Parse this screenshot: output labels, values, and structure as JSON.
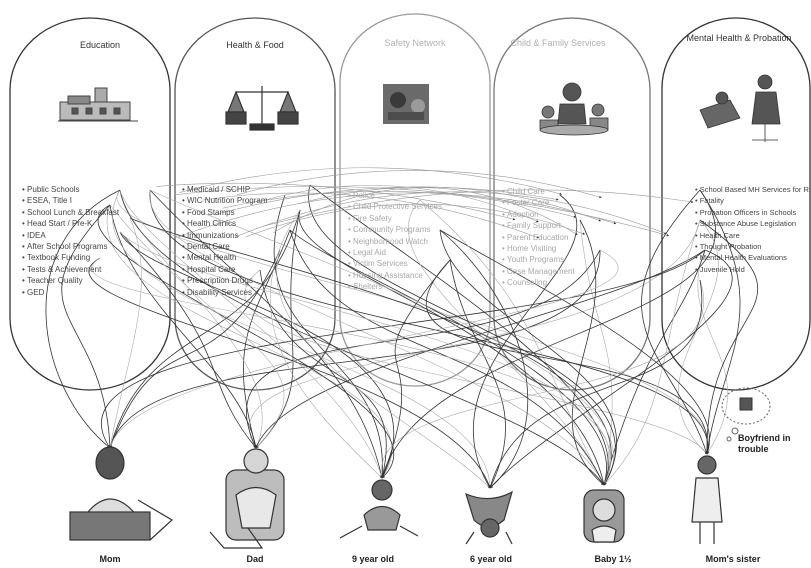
{
  "columns": [
    {
      "title": "Education",
      "items": [
        "Public Schools",
        "ESEA, Title I",
        "School Lunch & Breakfast",
        "Head Start / Pre-K",
        "IDEA",
        "After School Programs",
        "Textbook Funding",
        "Tests & Achievement",
        "Teacher Quality",
        "GED"
      ]
    },
    {
      "title": "Health & Food",
      "items": [
        "Medicaid / SCHIP",
        "WIC Nutrition Program",
        "Food Stamps",
        "Health Clinics",
        "Immunizations",
        "Dental Care",
        "Mental Health",
        "Hospital Care",
        "Prescription Drugs",
        "Disability Services"
      ]
    },
    {
      "title": "Safety Network",
      "items": [
        "Police",
        "Child Protective Services",
        "Fire Safety",
        "Community Programs",
        "Neighborhood Watch",
        "Legal Aid",
        "Victim Services",
        "Housing Assistance",
        "Shelters"
      ]
    },
    {
      "title": "Child & Family Services",
      "items": [
        "Child Care",
        "Foster Care",
        "Adoption",
        "Family Support",
        "Parent Education",
        "Home Visiting",
        "Youth Programs",
        "Case Management",
        "Counseling"
      ]
    },
    {
      "title": "Mental Health & Probation",
      "items": [
        "School Based MH Services for Rural",
        "Fatality",
        "Probation Officers in Schools",
        "Substance Abuse Legislation",
        "Health Care",
        "Thought Probation",
        "Mental Health Evaluations",
        "Juvenile Hold"
      ]
    }
  ],
  "people": [
    {
      "label": "Mom"
    },
    {
      "label": "Dad"
    },
    {
      "label": "9 year old"
    },
    {
      "label": "6 year old"
    },
    {
      "label": "Baby 1½"
    },
    {
      "label": "Mom's sister"
    }
  ],
  "boyfriend": {
    "label": "Boyfriend in trouble"
  }
}
